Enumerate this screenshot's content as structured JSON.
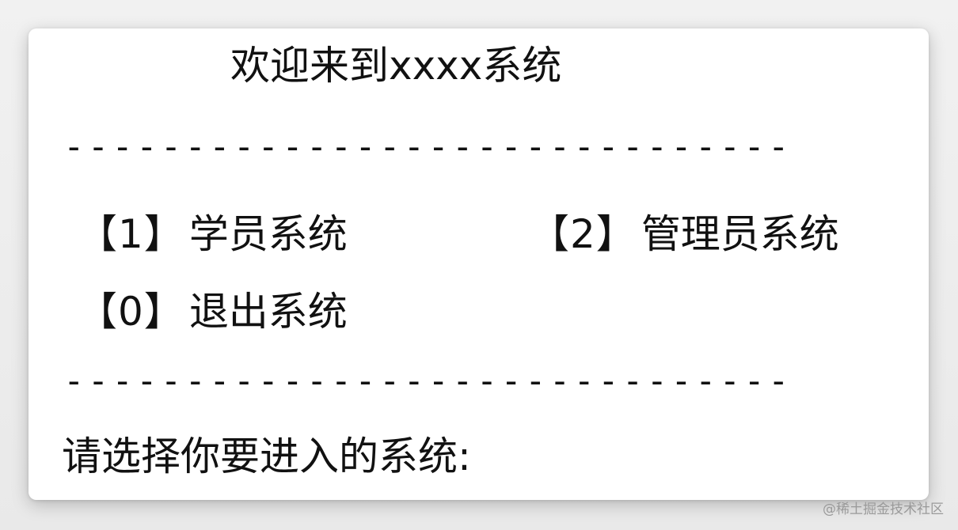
{
  "terminal": {
    "title": "欢迎来到xxxx系统",
    "divider_top": "------------------------------",
    "menu": [
      {
        "key": "【1】",
        "label": "学员系统"
      },
      {
        "key": "【2】",
        "label": "管理员系统"
      },
      {
        "key": "【0】",
        "label": "退出系统"
      }
    ],
    "divider_bottom": "------------------------------",
    "prompt": "请选择你要进入的系统:"
  },
  "watermark": "@稀土掘金技术社区",
  "colors": {
    "background": "#ececec",
    "panel": "#ffffff",
    "text": "#111111",
    "watermark": "#9a9a9a"
  }
}
